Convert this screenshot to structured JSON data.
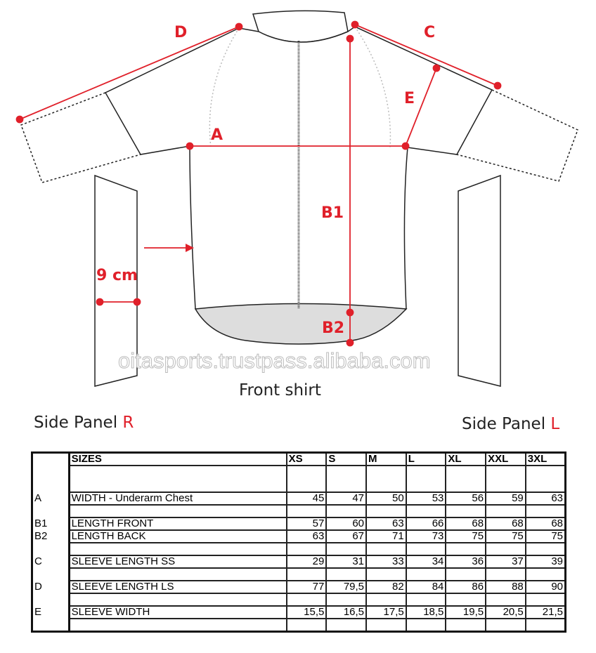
{
  "diagram": {
    "labels": {
      "A": "A",
      "B1": "B1",
      "B2": "B2",
      "C": "C",
      "D": "D",
      "E": "E",
      "panel_width": "9 cm"
    },
    "front_caption": "Front shirt",
    "side_panel_r": {
      "text": "Side Panel ",
      "letter": "R"
    },
    "side_panel_l": {
      "text": "Side Panel ",
      "letter": "L"
    },
    "watermark": "oitasports.trustpass.alibaba.com",
    "accent_color": "#e0202a"
  },
  "table": {
    "header_label": "SIZES",
    "sizes": [
      "XS",
      "S",
      "M",
      "L",
      "XL",
      "XXL",
      "3XL"
    ],
    "rows": [
      {
        "key": "A",
        "name": "WIDTH - Underarm Chest",
        "values": [
          "45",
          "47",
          "50",
          "53",
          "56",
          "59",
          "63"
        ]
      },
      {
        "key": "B1",
        "name": "LENGTH FRONT",
        "values": [
          "57",
          "60",
          "63",
          "66",
          "68",
          "68",
          "68"
        ]
      },
      {
        "key": "B2",
        "name": "LENGTH BACK",
        "values": [
          "63",
          "67",
          "71",
          "73",
          "75",
          "75",
          "75"
        ]
      },
      {
        "key": "C",
        "name": "SLEEVE LENGTH  SS",
        "values": [
          "29",
          "31",
          "33",
          "34",
          "36",
          "37",
          "39"
        ]
      },
      {
        "key": "D",
        "name": "SLEEVE LENGTH  LS",
        "values": [
          "77",
          "79,5",
          "82",
          "84",
          "86",
          "88",
          "90"
        ]
      },
      {
        "key": "E",
        "name": "SLEEVE WIDTH",
        "values": [
          "15,5",
          "16,5",
          "17,5",
          "18,5",
          "19,5",
          "20,5",
          "21,5"
        ]
      }
    ]
  }
}
